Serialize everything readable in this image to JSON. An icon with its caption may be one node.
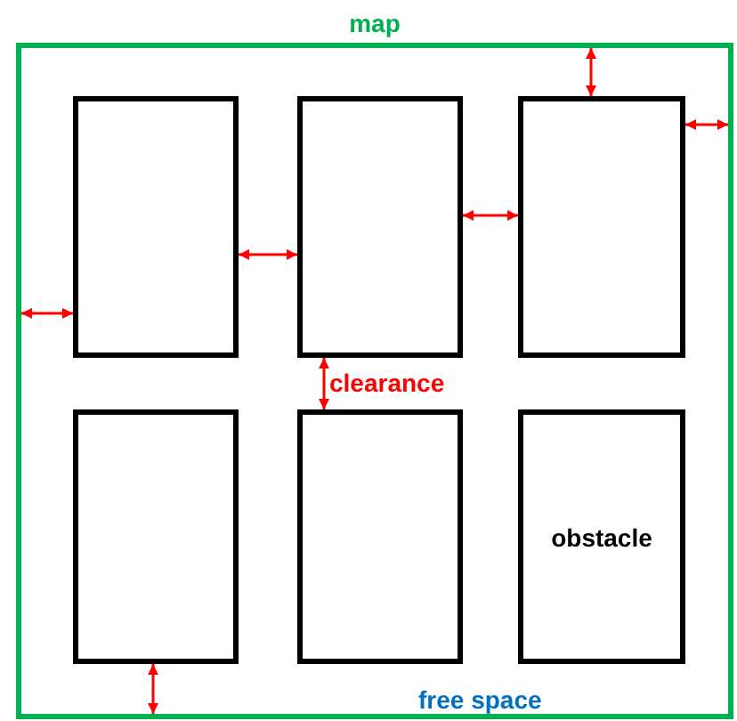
{
  "diagram": {
    "nodes": [
      {
        "text": [
          "map"
        ]
      },
      {
        "text": [],
        "shape": "box",
        "in": 0
      },
      {
        "text": [],
        "shape": "box",
        "in": 0
      },
      {
        "text": [],
        "shape": "box",
        "in": 0
      },
      {
        "text": [],
        "shape": "box",
        "in": 0
      },
      {
        "text": [],
        "shape": "box",
        "in": 0
      },
      {
        "text": [
          "obstacle"
        ],
        "in": 0
      }
    ],
    "edges": [
      {
        "from": 0,
        "to": 3,
        "arrow": "both"
      },
      {
        "from": 3,
        "to": 0,
        "arrow": "both"
      },
      {
        "from": 1,
        "to": 2,
        "arrow": "both"
      },
      {
        "from": 2,
        "to": 3,
        "arrow": "both"
      },
      {
        "from": 0,
        "to": 1,
        "arrow": "both"
      },
      {
        "from": 2,
        "to": 5,
        "arrow": "both"
      },
      {
        "from": 4,
        "to": 0,
        "arrow": "both"
      }
    ],
    "labels": [
      "clearance",
      "free space"
    ]
  }
}
